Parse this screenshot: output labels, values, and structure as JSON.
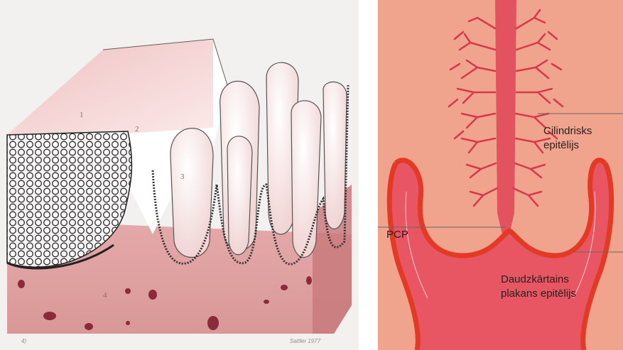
{
  "left_figure": {
    "numbers": [
      "1",
      "2",
      "3",
      "4"
    ],
    "signature": "Sattler 1977",
    "corner_mark": "4)"
  },
  "right_figure": {
    "labels": {
      "cylindrical_line1": "Cilindrisks",
      "cylindrical_line2": "epitēlijs",
      "pcp": "PCP",
      "stratified_line1": "Daudzkārtains",
      "stratified_line2": "plakans epitēlijs"
    }
  },
  "colors": {
    "tissue_pink": "#e9b3b2",
    "background_salmon": "#f0a48e",
    "canal_red": "#e0495a",
    "epithelium_red": "#e23a25"
  }
}
